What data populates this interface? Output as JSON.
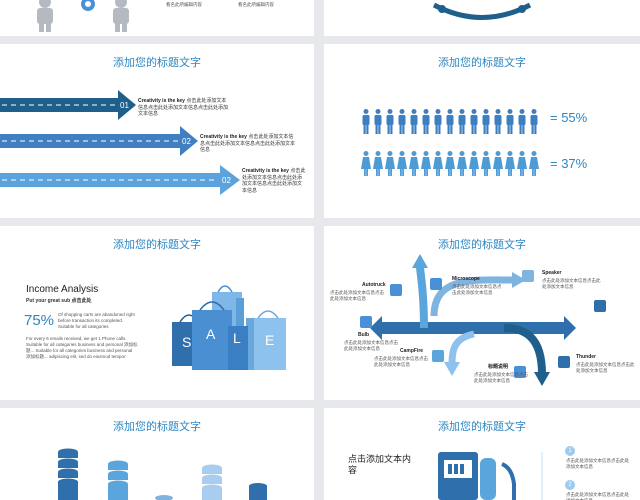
{
  "colors": {
    "accent": "#2e86c1",
    "dark_blue": "#1f5f8b",
    "mid_blue": "#4a90d9",
    "light_blue": "#7fb3e0",
    "bg": "#e6e8ec"
  },
  "top_row": {
    "left_caption_1": "看名此所编辑内容",
    "left_caption_2": "看名此所编辑内容"
  },
  "slide_arrows": {
    "title": "添加您的标题文字",
    "items": [
      {
        "num": "01",
        "key": "Creativity is the key",
        "text": "点击此处添加文本信息点击此处添加文本信息点击此处添加文本信息"
      },
      {
        "num": "02",
        "key": "Creativity is the key",
        "text": "点击此处添加文本信息点击此处添加文本信息点击此处添加文本信息"
      },
      {
        "num": "02",
        "key": "Creativity is the key",
        "text": "点击此处添加文本信息点击此处添加文本信息点击此处添加文本信息"
      }
    ]
  },
  "slide_people": {
    "title": "添加您的标题文字",
    "male_percent": "= 55%",
    "female_percent": "= 37%",
    "male_ratio": 0.55,
    "female_ratio": 0.37
  },
  "slide_income": {
    "title": "添加您的标题文字",
    "heading": "Income Analysis",
    "subheading": "Put your great sub 点击此处",
    "percent": "75%",
    "percent_text": "Of shopping carts are abandoned right before transaction its completed. Suitable for all categories",
    "body": "For every 6 emails received, we get 1 Phone calls. Suitable for all categories business and personal 添加标题... Suitable for all categories business and personal 添加标题... adipiscing elit, sed do eiusmod tempor",
    "sale_letters": [
      "S",
      "A",
      "L",
      "E"
    ]
  },
  "slide_roads": {
    "title": "添加您的标题文字",
    "labels": {
      "autotruck": "Autotruck",
      "microscope": "Microscope",
      "speaker": "Speaker",
      "bulb": "Bulb",
      "campfire": "CampFire",
      "mid": "标题说明",
      "thunder": "Thunder"
    },
    "filler": "点击此处添加文本信息点击此处添加文本信息"
  },
  "slide_coins": {
    "title": "添加您的标题文字"
  },
  "slide_fuel": {
    "title": "添加您的标题文字",
    "heading": "点击添加文本内容",
    "step_1": "1",
    "step_2": "2",
    "step_text": "点击此处添加文本信息点击此处添加文本信息"
  }
}
